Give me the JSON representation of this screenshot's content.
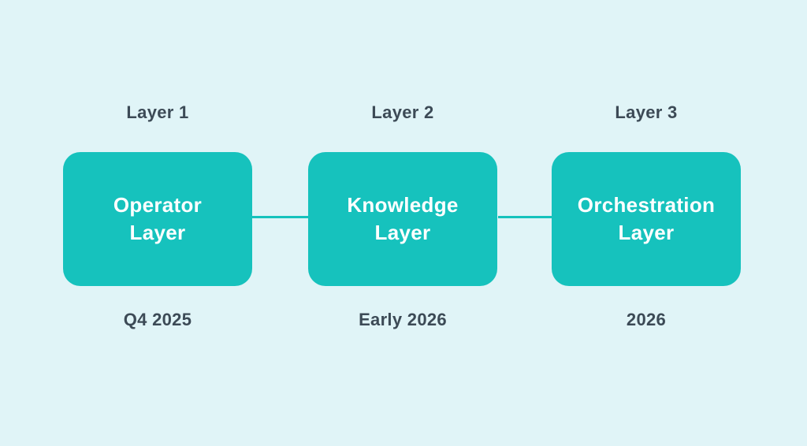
{
  "diagram": {
    "colors": {
      "background": "#e0f4f7",
      "accent_teal": "#16c2bd",
      "label_text": "#3c4a56",
      "box_text": "#ffffff"
    },
    "layers": [
      {
        "label": "Layer 1",
        "title": "Operator\nLayer",
        "date": "Q4 2025"
      },
      {
        "label": "Layer 2",
        "title": "Knowledge\nLayer",
        "date": "Early 2026"
      },
      {
        "label": "Layer 3",
        "title": "Orchestration\nLayer",
        "date": "2026"
      }
    ]
  }
}
